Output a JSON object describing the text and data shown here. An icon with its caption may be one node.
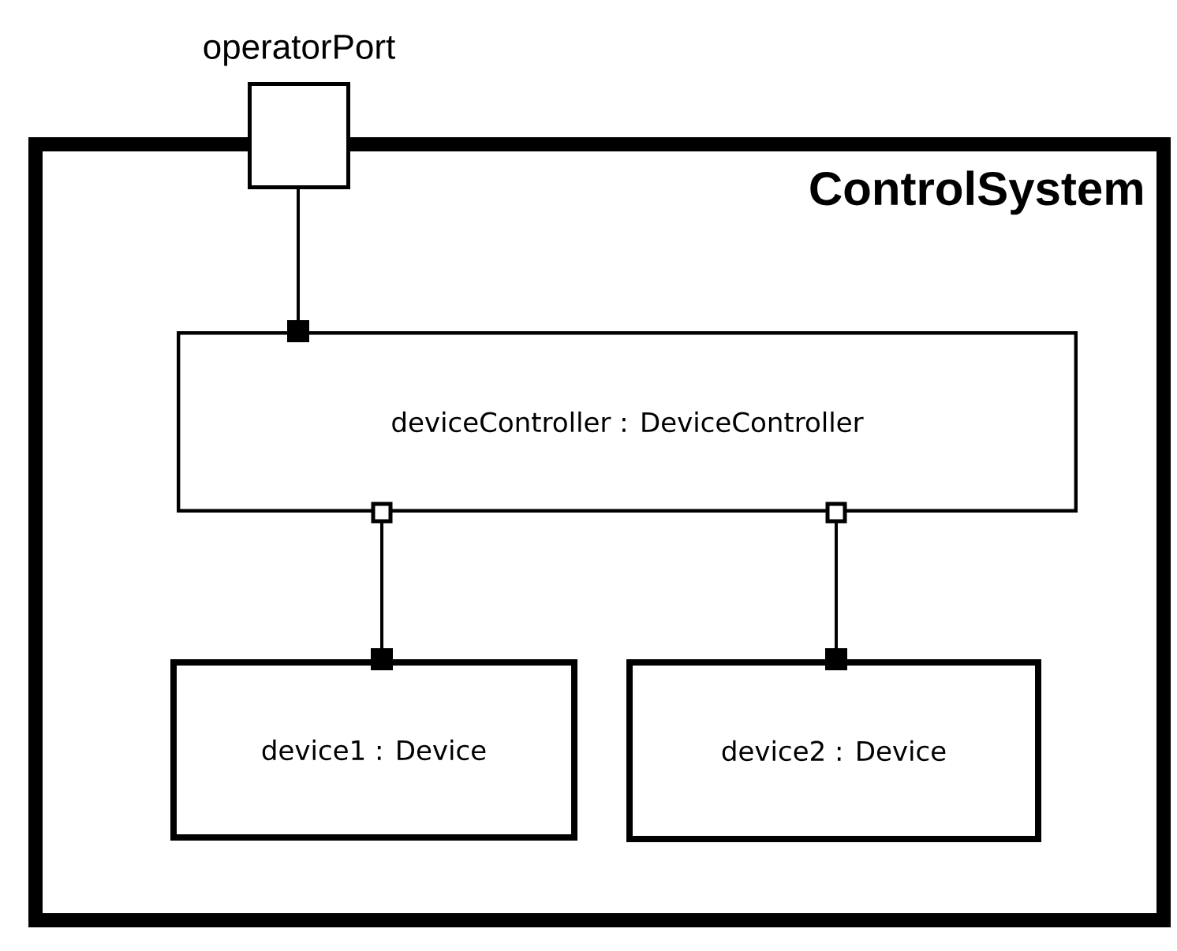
{
  "diagram": {
    "nodes": [
      {
        "text": [
          "ControlSystem"
        ]
      },
      {
        "text": [
          "operatorPort"
        ]
      },
      {
        "text": [
          "deviceController : DeviceController"
        ],
        "in": 0
      },
      {
        "text": [
          "device1 : Device"
        ],
        "in": 0
      },
      {
        "text": [
          "device2 : Device"
        ],
        "in": 0
      }
    ],
    "edges": [
      {
        "from": 1,
        "to": 2,
        "arrow": "other"
      },
      {
        "from": 2,
        "to": 3,
        "arrow": "other"
      },
      {
        "from": 2,
        "to": 4,
        "arrow": "other"
      }
    ]
  }
}
